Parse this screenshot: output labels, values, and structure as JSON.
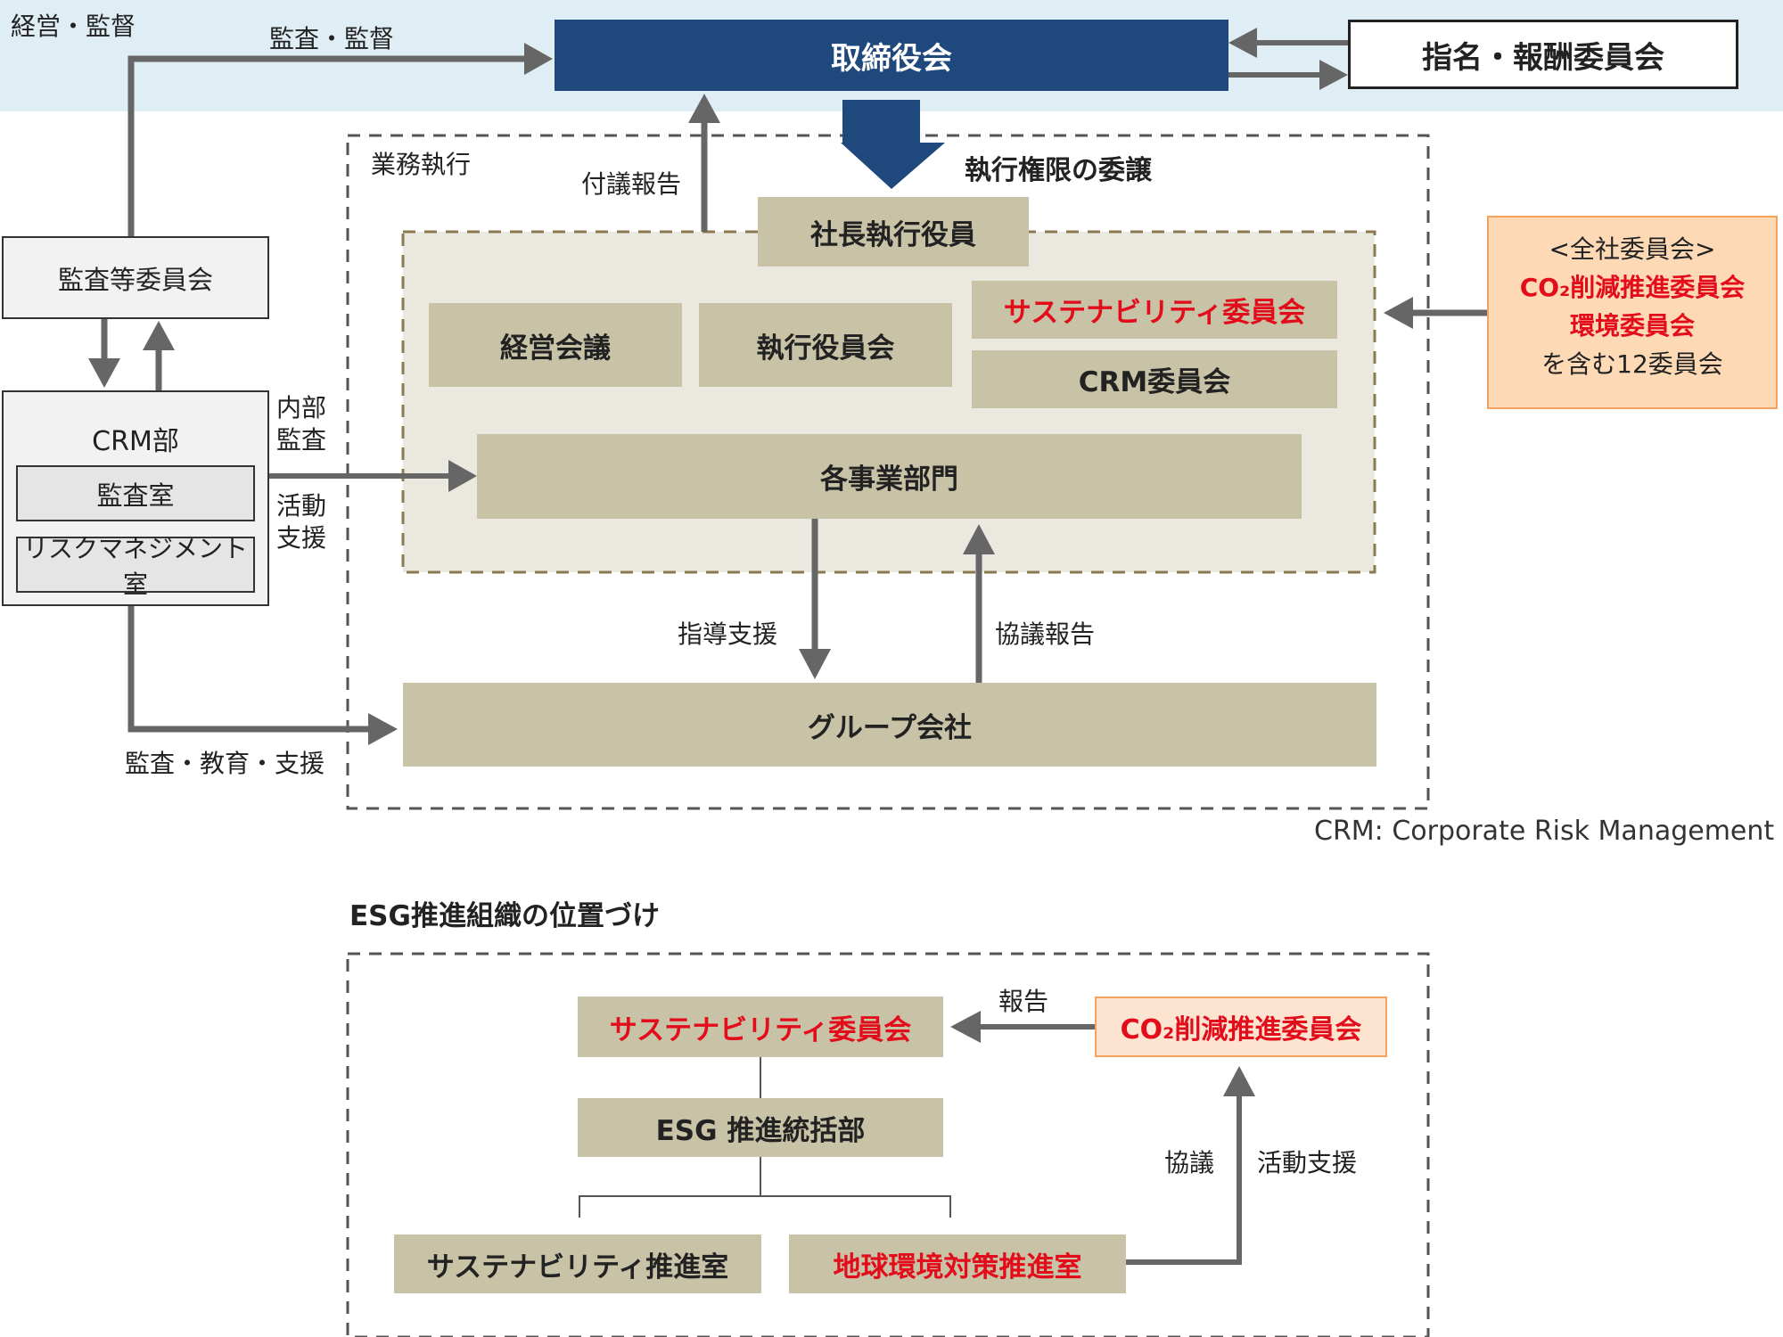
{
  "top_band": {
    "label": "経営・監督",
    "audit_arrow_label": "監査・監督",
    "board": "取締役会",
    "nomination": "指名・報酬委員会"
  },
  "execution": {
    "area_label": "業務執行",
    "delegation_label": "執行権限の委譲",
    "report_label": "付議報告",
    "president": "社長執行役員",
    "mgmt_meeting": "経営会議",
    "officer_meeting": "執行役員会",
    "sustainability_committee": "サステナビリティ委員会",
    "crm_committee": "CRM委員会",
    "business_divisions": "各事業部門",
    "guidance_label": "指導支援",
    "consult_label": "協議報告",
    "group_companies": "グループ会社"
  },
  "left": {
    "audit_committee": "監査等委員会",
    "crm_dept": "CRM部",
    "audit_office": "監査室",
    "risk_office": "リスクマネジメント室",
    "internal_audit": [
      "内部",
      "監査"
    ],
    "activity_support": [
      "活動",
      "支援"
    ],
    "audit_edu_label": "監査・教育・支援"
  },
  "company_committees": {
    "heading": "<全社委員会>",
    "co2": "CO₂削減推進委員会",
    "env": "環境委員会",
    "others": "を含む12委員会"
  },
  "footnote": "CRM: Corporate Risk Management",
  "esg": {
    "title": "ESG推進組織の位置づけ",
    "sustainability_committee": "サステナビリティ委員会",
    "co2_committee": "CO₂削減推進委員会",
    "report_label": "報告",
    "esg_dept": "ESG 推進統括部",
    "sustainability_office": "サステナビリティ推進室",
    "global_env_office": "地球環境対策推進室",
    "consult_label": "協議",
    "activity_support_label": "活動支援"
  },
  "colors": {
    "top_band": "#dfeef4",
    "board": "#1f497d",
    "box_khaki": "#c8c2a7",
    "panel": "#ebe8e0",
    "panel_border": "#8a7a52",
    "orange_fill": "#fdd9b5",
    "orange_border": "#f5a25d",
    "orange_light": "#fde4d0",
    "red_text": "#e30c1a",
    "arrow": "#666666"
  }
}
